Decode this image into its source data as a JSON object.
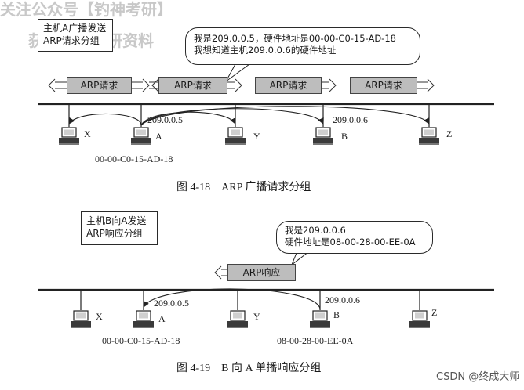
{
  "watermark": {
    "line1": "关注公众号【钓神考研】",
    "line2": "获取更新考研资料"
  },
  "fig1": {
    "note_line1": "主机A广播发送",
    "note_line2": "ARP请求分组",
    "bubble_line1": "我是209.0.0.5，硬件地址是00-00-C0-15-AD-18",
    "bubble_line2": "我想知道主机209.0.0.6的硬件地址",
    "packet_label": "ARP请求",
    "hosts": {
      "x": "X",
      "a": "A",
      "y": "Y",
      "b": "B",
      "z": "Z"
    },
    "ip_a": "209.0.0.5",
    "ip_b": "209.0.0.6",
    "mac_a": "00-00-C0-15-AD-18",
    "caption": "图 4-18　ARP 广播请求分组"
  },
  "fig2": {
    "note_line1": "主机B向A发送",
    "note_line2": "ARP响应分组",
    "bubble_line1": "我是209.0.0.6",
    "bubble_line2": "硬件地址是08-00-28-00-EE-0A",
    "packet_label": "ARP响应",
    "hosts": {
      "x": "X",
      "a": "A",
      "y": "Y",
      "b": "B",
      "z": "Z"
    },
    "ip_a": "209.0.0.5",
    "ip_b": "209.0.0.6",
    "mac_a": "00-00-C0-15-AD-18",
    "mac_b": "08-00-28-00-EE-0A",
    "caption": "图 4-19　B 向 A 单播响应分组"
  },
  "credit": "CSDN @终成大师"
}
